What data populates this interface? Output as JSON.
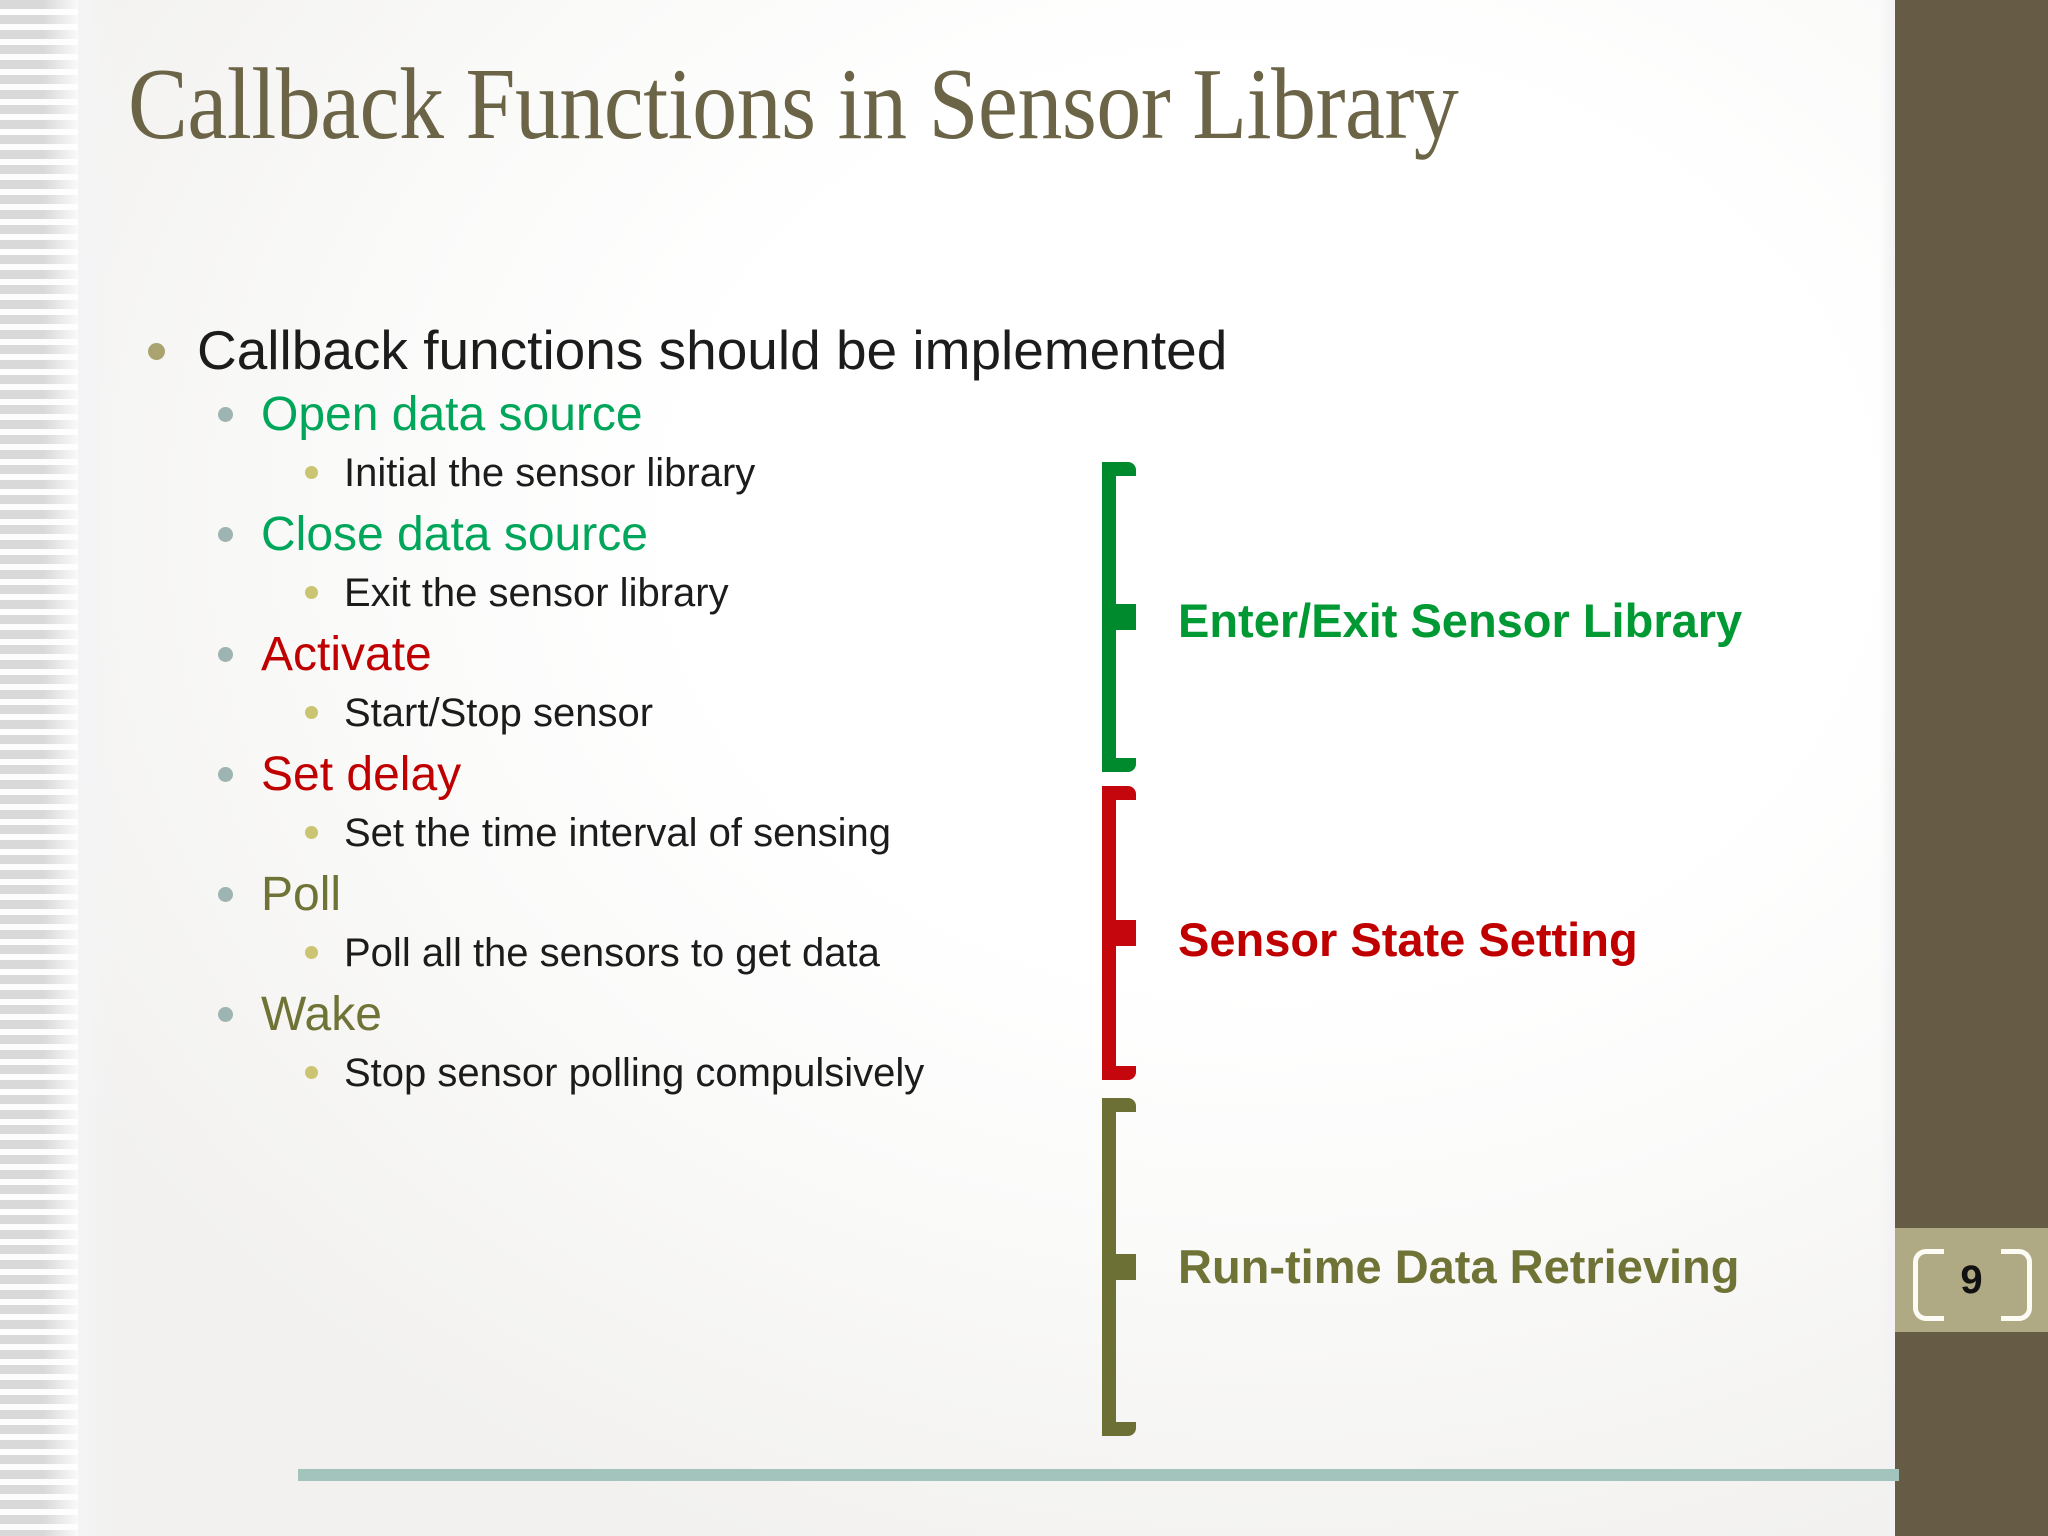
{
  "slide": {
    "title": "Callback Functions in Sensor Library",
    "page_number": "9",
    "colors": {
      "title": "#6B6446",
      "green": "#00A65A",
      "green_label": "#009933",
      "red": "#C00000",
      "olive": "#6F7335",
      "sidebar": "#665C46",
      "page_plate": "#AFAA84",
      "rule": "#A3C4BD",
      "bullet_level1": "#A9A46F",
      "bullet_level2": "#9DB4B2",
      "bullet_level3": "#CBC470"
    }
  },
  "outline": {
    "heading": "Callback functions should be implemented",
    "groups": [
      {
        "label": "Enter/Exit Sensor Library",
        "color_key": "green",
        "items": [
          {
            "name": "Open data source",
            "detail": "Initial the sensor library"
          },
          {
            "name": "Close data source",
            "detail": "Exit the sensor library"
          }
        ]
      },
      {
        "label": "Sensor State Setting",
        "color_key": "red",
        "items": [
          {
            "name": "Activate",
            "detail": "Start/Stop sensor"
          },
          {
            "name": "Set delay",
            "detail": "Set the time interval of sensing"
          }
        ]
      },
      {
        "label": "Run-time Data Retrieving",
        "color_key": "olive",
        "items": [
          {
            "name": "Poll",
            "detail": "Poll all the sensors to get data"
          },
          {
            "name": "Wake",
            "detail": "Stop sensor polling compulsively"
          }
        ]
      }
    ]
  }
}
